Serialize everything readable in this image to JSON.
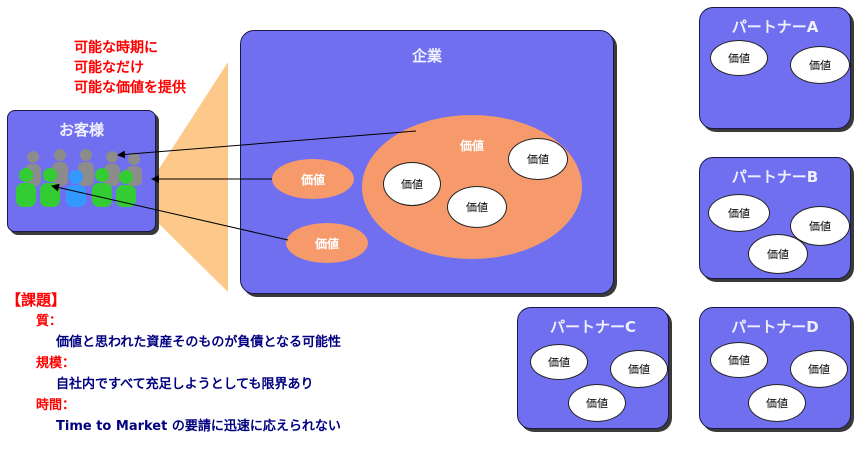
{
  "callout": {
    "line1": "可能な時期に",
    "line2": "可能なだけ",
    "line3": "可能な価値を提供"
  },
  "customer": {
    "title": "お客様"
  },
  "company": {
    "title": "企業",
    "big_value": "価値",
    "inner_values": [
      "価値",
      "価値",
      "価値"
    ],
    "side_values": [
      "価値",
      "価値"
    ]
  },
  "partners": [
    {
      "title": "パートナーA",
      "values": [
        "価値",
        "価値"
      ]
    },
    {
      "title": "パートナーB",
      "values": [
        "価値",
        "価値",
        "価値"
      ]
    },
    {
      "title": "パートナーC",
      "values": [
        "価値",
        "価値",
        "価値"
      ]
    },
    {
      "title": "パートナーD",
      "values": [
        "価値",
        "価値",
        "価値"
      ]
    }
  ],
  "issues": {
    "heading": "【課題】",
    "quality_label": "質：",
    "quality_text": "価値と思われた資産そのものが負債となる可能性",
    "scale_label": "規模：",
    "scale_text": "自社内ですべて充足しようとしても限界あり",
    "time_label": "時間：",
    "time_text": "Time to Market の要請に迅速に応えられない"
  },
  "colors": {
    "panel": "#6f6ff0",
    "orange": "#f79a6b",
    "funnel": "#fcc98a",
    "red": "#ff0000",
    "navy": "#000080"
  }
}
